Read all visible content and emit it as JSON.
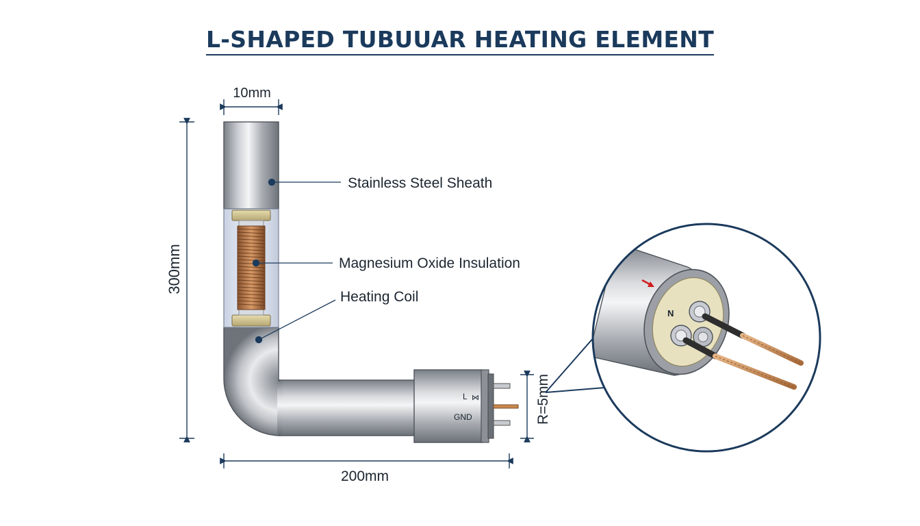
{
  "title": "L-SHAPED TUBUUAR HEATING ELEMENT",
  "dimensions": {
    "diameter": "10mm",
    "height": "300mm",
    "length": "200mm",
    "radius": "R=5mm"
  },
  "labels": {
    "sheath": "Stainless Steel Sheath",
    "insulation": "Magnesium Oxide Insulation",
    "coil": "Heating Coil"
  },
  "terminals": {
    "line": "L",
    "ground": "GND",
    "neutral": "N"
  },
  "colors": {
    "ink": "#1b3a5c",
    "steel": "#a9adb3",
    "copper": "#c98a4f",
    "insulation": "#e8e1c0"
  }
}
